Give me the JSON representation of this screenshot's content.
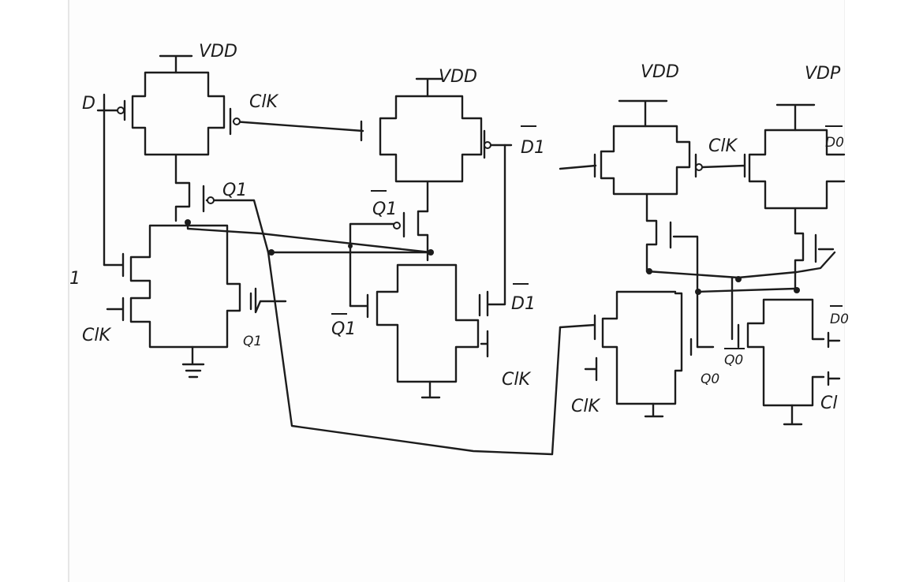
{
  "labels": {
    "vdd": "VDD",
    "vdd_cut": "VDP",
    "clk": "ClK",
    "clk_cut": "Cl",
    "d": "D",
    "d1": "D1",
    "d1_bar": "D1",
    "d1_left": "1",
    "q1": "Q1",
    "q1_bar": "Q1",
    "q1_low": "Q1",
    "q0": "Q0",
    "q0_bar": "Q0",
    "d0_bar": "D0",
    "d0_low": "D0"
  },
  "colors": {
    "ink": "#1c1c1c",
    "paper": "#fdfdfd"
  }
}
